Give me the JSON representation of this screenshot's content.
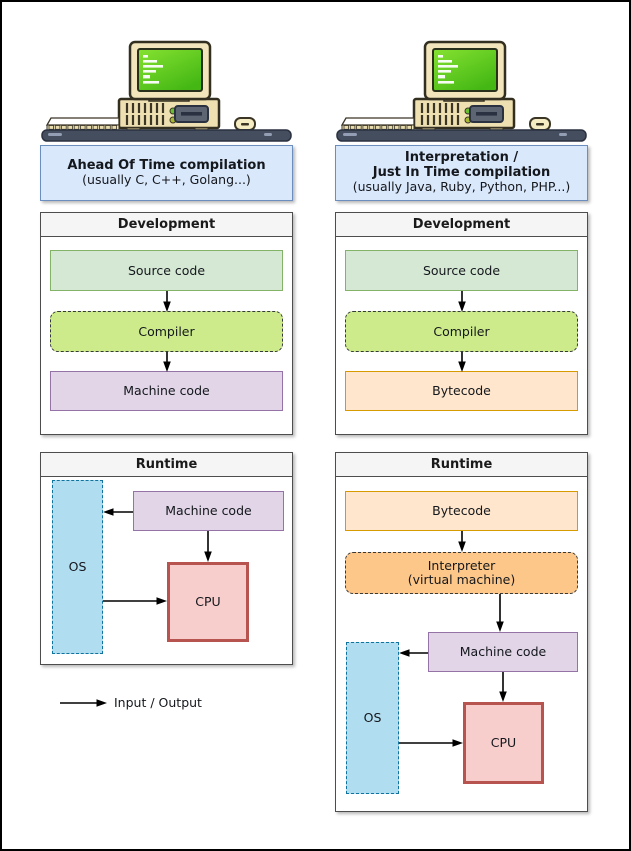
{
  "legend": {
    "label": "Input / Output"
  },
  "aot": {
    "title": {
      "line1": "Ahead Of Time compilation",
      "subtitle": "(usually C, C++, Golang...)"
    },
    "development": {
      "header": "Development",
      "source": "Source code",
      "compiler": "Compiler",
      "output": "Machine code"
    },
    "runtime": {
      "header": "Runtime",
      "machine_code": "Machine code",
      "os": "OS",
      "cpu": "CPU"
    }
  },
  "jit": {
    "title": {
      "line1": "Interpretation /",
      "line2": "Just In Time compilation",
      "subtitle": "(usually Java, Ruby, Python, PHP...)"
    },
    "development": {
      "header": "Development",
      "source": "Source code",
      "compiler": "Compiler",
      "output": "Bytecode"
    },
    "runtime": {
      "header": "Runtime",
      "bytecode": "Bytecode",
      "interpreter_line1": "Interpreter",
      "interpreter_line2": "(virtual machine)",
      "machine_code": "Machine code",
      "os": "OS",
      "cpu": "CPU"
    }
  },
  "icons": {
    "computer": "retro-computer-icon",
    "arrow": "flow-arrow"
  },
  "colors": {
    "title_fill": "#dae8fc",
    "title_stroke": "#6c8ebf",
    "source_fill": "#d5e8d4",
    "source_stroke": "#82b366",
    "compiler_fill": "#cdeb8b",
    "compiler_stroke": "#36393d",
    "machine_code_fill": "#e1d5e7",
    "machine_code_stroke": "#9673a6",
    "bytecode_fill": "#ffe6cc",
    "bytecode_stroke": "#d79b00",
    "interpreter_fill": "#fdc789",
    "interpreter_stroke": "#36393d",
    "os_fill": "#b1ddf0",
    "os_stroke": "#10739e",
    "cpu_fill": "#f8cecc",
    "cpu_stroke": "#b85450",
    "panel_stroke": "#4d4d4d",
    "panel_header_fill": "#f5f5f5",
    "arrow": "#000000",
    "screen_green": "#5ecb1e",
    "desk_bar": "#454e5e"
  }
}
